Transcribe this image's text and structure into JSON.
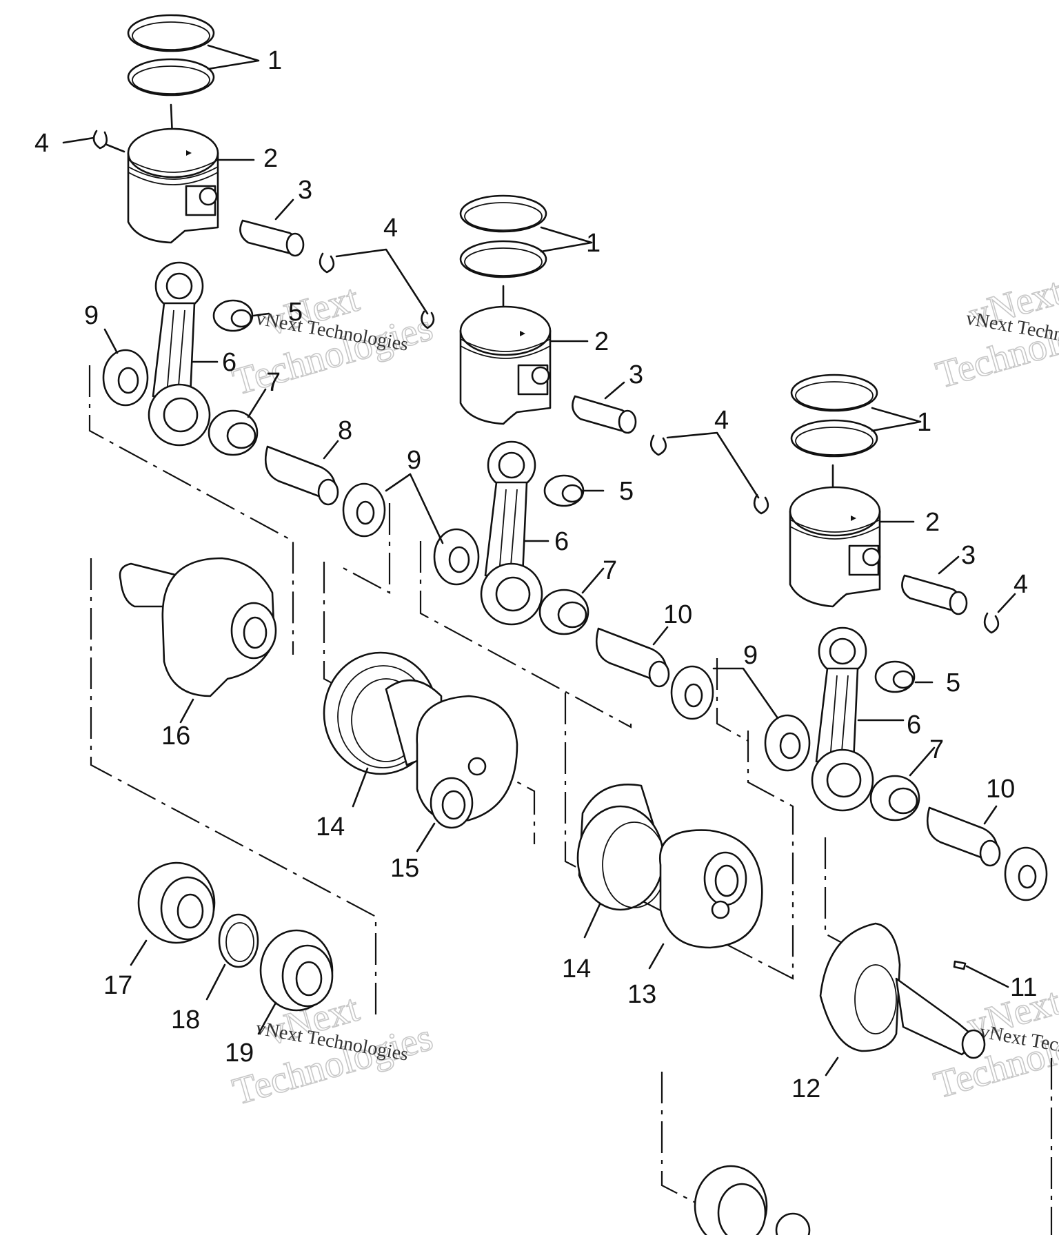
{
  "watermark": {
    "brand_line1": "vNext",
    "brand_line2": "Technologies",
    "caption": "vNext Technologies"
  },
  "callouts": [
    {
      "id": "c-1a",
      "text": "1"
    },
    {
      "id": "c-2a",
      "text": "2"
    },
    {
      "id": "c-3a",
      "text": "3"
    },
    {
      "id": "c-4a",
      "text": "4"
    },
    {
      "id": "c-4b",
      "text": "4"
    },
    {
      "id": "c-5a",
      "text": "5"
    },
    {
      "id": "c-6a",
      "text": "6"
    },
    {
      "id": "c-7a",
      "text": "7"
    },
    {
      "id": "c-8a",
      "text": "8"
    },
    {
      "id": "c-9a",
      "text": "9"
    },
    {
      "id": "c-9b",
      "text": "9"
    },
    {
      "id": "c-1b",
      "text": "1"
    },
    {
      "id": "c-2b",
      "text": "2"
    },
    {
      "id": "c-3b",
      "text": "3"
    },
    {
      "id": "c-4c",
      "text": "4"
    },
    {
      "id": "c-5b",
      "text": "5"
    },
    {
      "id": "c-6b",
      "text": "6"
    },
    {
      "id": "c-7b",
      "text": "7"
    },
    {
      "id": "c-10a",
      "text": "10"
    },
    {
      "id": "c-1c",
      "text": "1"
    },
    {
      "id": "c-2c",
      "text": "2"
    },
    {
      "id": "c-3c",
      "text": "3"
    },
    {
      "id": "c-4d",
      "text": "4"
    },
    {
      "id": "c-5c",
      "text": "5"
    },
    {
      "id": "c-6c",
      "text": "6"
    },
    {
      "id": "c-7c",
      "text": "7"
    },
    {
      "id": "c-9c",
      "text": "9"
    },
    {
      "id": "c-10b",
      "text": "10"
    },
    {
      "id": "c-11",
      "text": "11"
    },
    {
      "id": "c-12",
      "text": "12"
    },
    {
      "id": "c-13",
      "text": "13"
    },
    {
      "id": "c-14a",
      "text": "14"
    },
    {
      "id": "c-14b",
      "text": "14"
    },
    {
      "id": "c-15",
      "text": "15"
    },
    {
      "id": "c-16",
      "text": "16"
    },
    {
      "id": "c-17",
      "text": "17"
    },
    {
      "id": "c-18",
      "text": "18"
    },
    {
      "id": "c-19",
      "text": "19"
    }
  ]
}
